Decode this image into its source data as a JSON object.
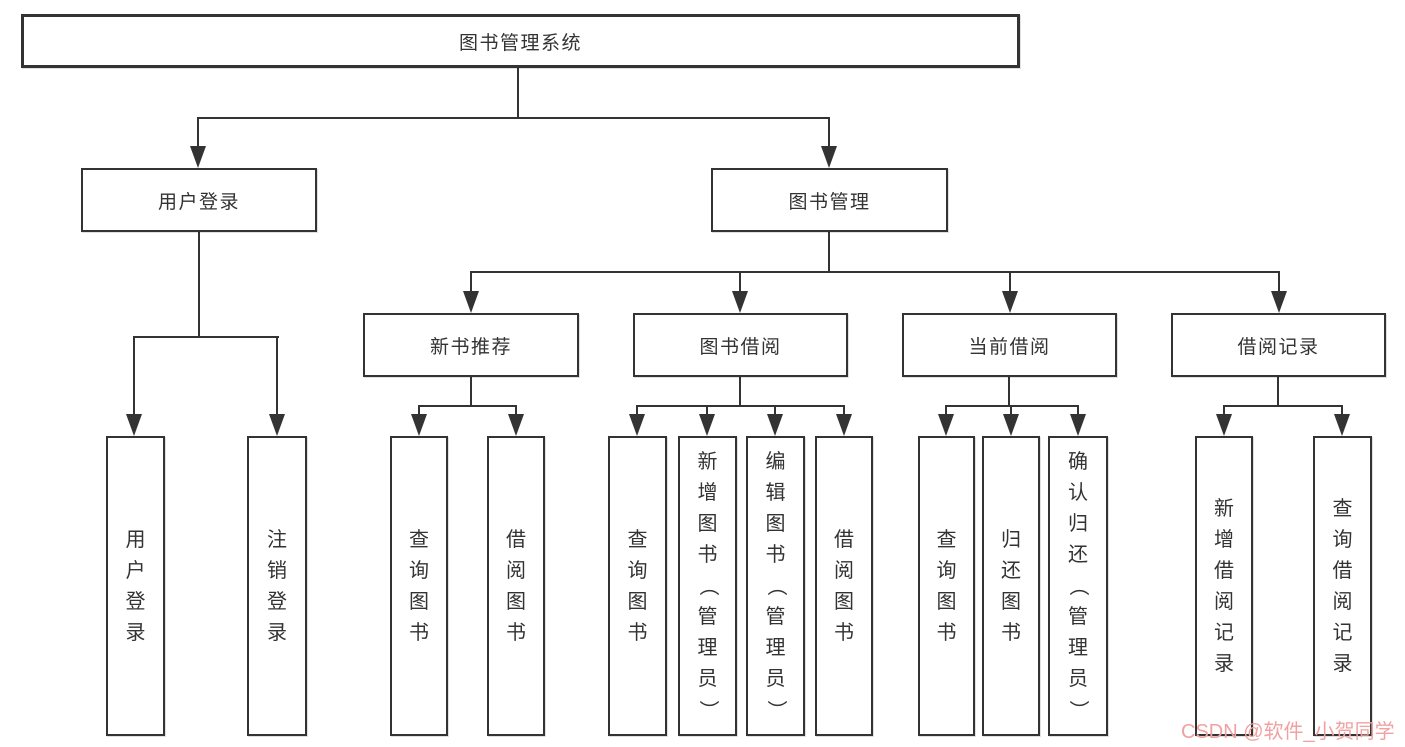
{
  "diagram": {
    "root": {
      "label": "图书管理系统"
    },
    "branches": {
      "user_login": {
        "label": "用户登录",
        "children": {
          "login": {
            "label": "用户登录"
          },
          "logout": {
            "label": "注销登录"
          }
        }
      },
      "book_mgmt": {
        "label": "图书管理",
        "children": {
          "new_book_rec": {
            "label": "新书推荐",
            "children": {
              "query": {
                "label": "查询图书"
              },
              "borrow": {
                "label": "借阅图书"
              }
            }
          },
          "book_borrow": {
            "label": "图书借阅",
            "children": {
              "query": {
                "label": "查询图书"
              },
              "add": {
                "label": "新增图书（管理员）"
              },
              "edit": {
                "label": "编辑图书（管理员）"
              },
              "borrow": {
                "label": "借阅图书"
              }
            }
          },
          "current_borrow": {
            "label": "当前借阅",
            "children": {
              "query": {
                "label": "查询图书"
              },
              "return": {
                "label": "归还图书"
              },
              "confirm": {
                "label": "确认归还（管理员）"
              }
            }
          },
          "borrow_records": {
            "label": "借阅记录",
            "children": {
              "add": {
                "label": "新增借阅记录"
              },
              "query": {
                "label": "查询借阅记录"
              }
            }
          }
        }
      }
    }
  },
  "watermark": {
    "text": "CSDN @软件_小贺同学",
    "color": "#f0a2a2"
  },
  "colors": {
    "line": "#333333",
    "box_border": "#333333",
    "text": "#333333",
    "background": "#ffffff"
  }
}
